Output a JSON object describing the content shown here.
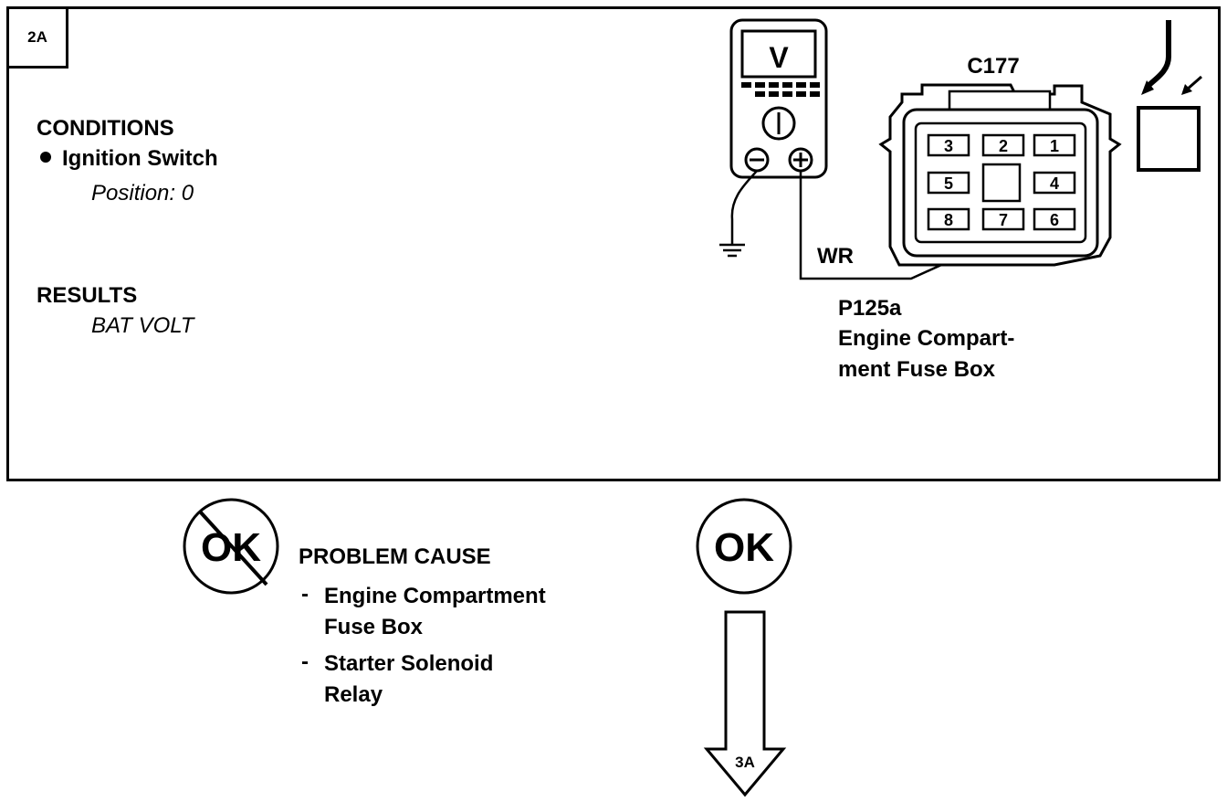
{
  "step": {
    "id": "2A"
  },
  "conditions": {
    "heading": "CONDITIONS",
    "items": [
      {
        "label": "Ignition Switch",
        "detail": "Position: 0"
      }
    ]
  },
  "results": {
    "heading": "RESULTS",
    "value": "BAT VOLT"
  },
  "meter": {
    "display": "V",
    "minus": "⊖",
    "plus": "⊕"
  },
  "connector": {
    "name": "C177",
    "pins": [
      "3",
      "2",
      "1",
      "5",
      "4",
      "8",
      "7",
      "6"
    ]
  },
  "wire": {
    "color_code": "WR"
  },
  "component": {
    "id": "P125a",
    "name_line1": "Engine Compart-",
    "name_line2": "ment Fuse Box"
  },
  "not_ok": {
    "label": "OK"
  },
  "problem": {
    "heading": "PROBLEM CAUSE",
    "causes": [
      {
        "line1": "Engine Compartment",
        "line2": "Fuse Box"
      },
      {
        "line1": "Starter Solenoid",
        "line2": "Relay"
      }
    ]
  },
  "ok": {
    "label": "OK",
    "next_step": "3A"
  }
}
